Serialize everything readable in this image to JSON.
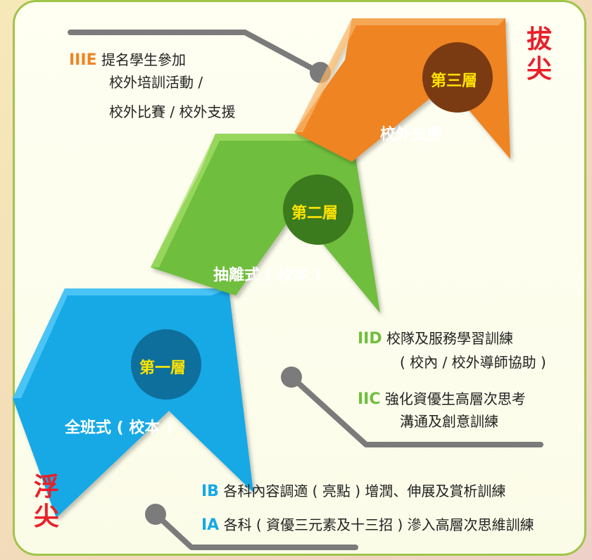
{
  "side_labels": {
    "top": [
      "拔",
      "尖"
    ],
    "bottom": [
      "浮",
      "尖"
    ]
  },
  "tiers": [
    {
      "badge": "第一層",
      "label": "全班式 ( 校本 )",
      "color": "#14a9e6"
    },
    {
      "badge": "第二層",
      "label": "抽離式 ( 校本 )",
      "color": "#6fbe3c"
    },
    {
      "badge": "第三層",
      "label": "校外支援",
      "color": "#ef8424"
    }
  ],
  "notes": {
    "iiie": {
      "code": "IIIE",
      "lines": [
        "提名學生參加",
        "校外培訓活動 /",
        "校外比賽 / 校外支援"
      ],
      "color": "#ef8424"
    },
    "iid": {
      "code": "IID",
      "lines": [
        "校隊及服務學習訓練",
        "( 校內 / 校外導師協助 )"
      ],
      "color": "#6fbe3c"
    },
    "iic": {
      "code": "IIC",
      "lines": [
        "強化資優生高層次思考",
        "溝通及創意訓練"
      ],
      "color": "#6fbe3c"
    },
    "ib": {
      "code": "IB",
      "text": "各科內容調適 ( 亮點 ) 增潤、伸展及賞析訓練",
      "color": "#14a9e6"
    },
    "ia": {
      "code": "IA",
      "text": "各科 ( 資優三元素及十三招 ) 滲入高層次思維訓練",
      "color": "#14a9e6"
    }
  },
  "colors": {
    "border": "#9fc54a",
    "accent_red": "#e8202a",
    "badge_text": "#ffe400",
    "connector": "#7b7b7b"
  }
}
